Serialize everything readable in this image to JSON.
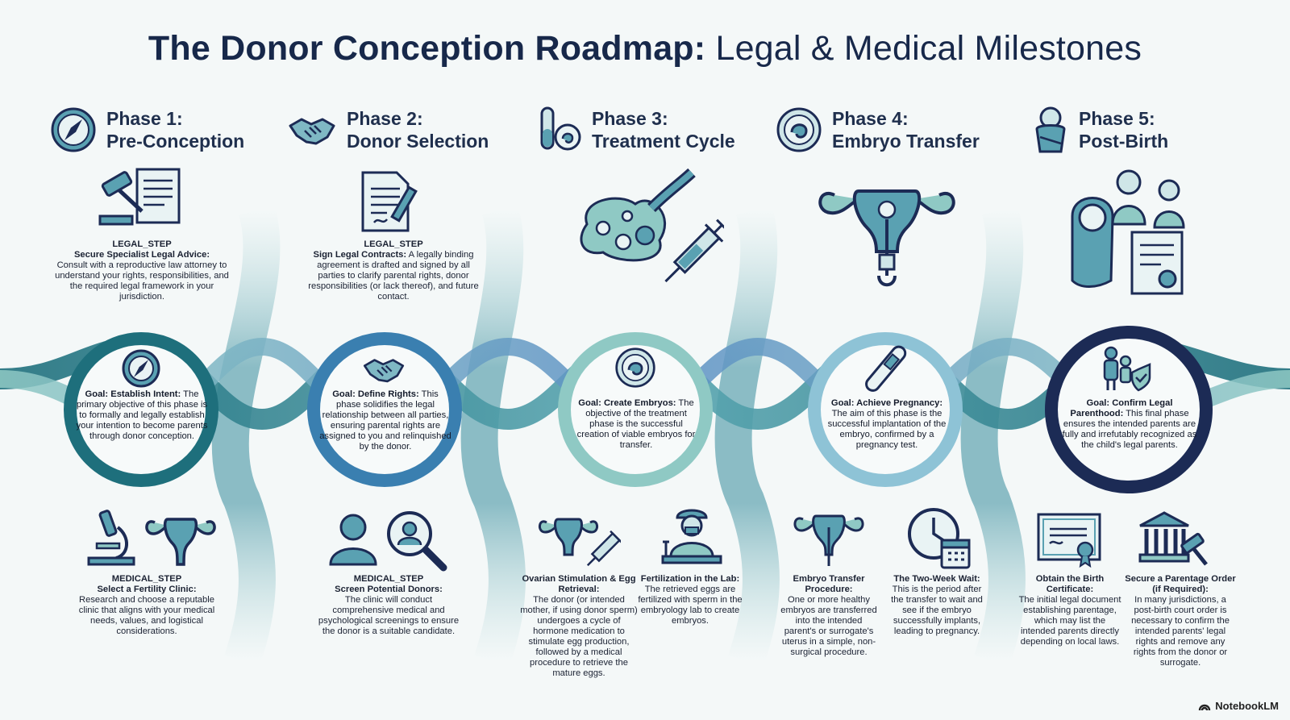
{
  "title": {
    "bold": "The Donor Conception Roadmap:",
    "light": "Legal & Medical Milestones"
  },
  "colors": {
    "navy": "#1c2b55",
    "teal_dark": "#1e6f7c",
    "teal": "#3f9aa6",
    "teal_light": "#8fc9c4",
    "blue": "#5b8fc4"
  },
  "phases": [
    {
      "line1": "Phase 1:",
      "line2": "Pre-Conception",
      "icon": "compass-icon"
    },
    {
      "line1": "Phase 2:",
      "line2": "Donor Selection",
      "icon": "handshake-icon"
    },
    {
      "line1": "Phase 3:",
      "line2": "Treatment Cycle",
      "icon": "test-tube-icon"
    },
    {
      "line1": "Phase 4:",
      "line2": "Embryo Transfer",
      "icon": "embryo-icon"
    },
    {
      "line1": "Phase 5:",
      "line2": "Post-Birth",
      "icon": "baby-icon"
    }
  ],
  "legal": [
    {
      "step": "LEGAL_STEP",
      "head": "Secure Specialist Legal Advice:",
      "body": "Consult with a reproductive law attorney to understand your rights, responsibilities, and the required legal framework in your jurisdiction.",
      "icon": "gavel-document-icon"
    },
    {
      "step": "LEGAL_STEP",
      "head": "Sign Legal Contracts:",
      "body": "A legally binding agreement is drafted and signed by all parties to clarify parental rights, donor responsibilities (or lack thereof), and future contact.",
      "icon": "contract-pen-icon"
    }
  ],
  "goals": [
    {
      "head": "Goal: Establish Intent:",
      "body": "The primary objective of this phase is to formally and legally establish your intention to become parents through donor conception."
    },
    {
      "head": "Goal: Define Rights:",
      "body": "This phase solidifies the legal relationship between all parties, ensuring parental rights are assigned to you and relinquished by the donor."
    },
    {
      "head": "Goal: Create Embryos:",
      "body": "The objective of the treatment phase is the successful creation of viable embryos for transfer."
    },
    {
      "head": "Goal: Achieve Pregnancy:",
      "body": "The aim of this phase is the successful implantation of the embryo, confirmed by a pregnancy test."
    },
    {
      "head": "Goal: Confirm Legal Parenthood:",
      "body": "This final phase ensures the intended parents are fully and irrefutably recognized as the child's legal parents."
    }
  ],
  "medical": [
    {
      "step": "MEDICAL_STEP",
      "head": "Select a Fertility Clinic:",
      "body": "Research and choose a reputable clinic that aligns with your medical needs, values, and logistical considerations."
    },
    {
      "step": "MEDICAL_STEP",
      "head": "Screen Potential Donors:",
      "body": "The clinic will conduct comprehensive medical and psychological screenings to ensure the donor is a suitable candidate."
    },
    {
      "step": "",
      "head": "Ovarian Stimulation & Egg Retrieval:",
      "body": "The donor (or intended mother, if using donor sperm) undergoes a cycle of hormone medication to stimulate egg production, followed by a medical procedure to retrieve the mature eggs."
    },
    {
      "step": "",
      "head": "Fertilization in the Lab:",
      "body": "The retrieved eggs are fertilized with sperm in the embryology lab to create embryos."
    },
    {
      "step": "",
      "head": "Embryo Transfer Procedure:",
      "body": "One or more healthy embryos are transferred into the intended parent's or surrogate's uterus in a simple, non-surgical procedure."
    },
    {
      "step": "",
      "head": "The Two-Week Wait:",
      "body": "This is the period after the transfer to wait and see if the embryo successfully implants, leading to pregnancy."
    },
    {
      "step": "",
      "head": "Obtain the Birth Certificate:",
      "body": "The initial legal document establishing parentage, which may list the intended parents directly depending on local laws."
    },
    {
      "step": "",
      "head": "Secure a Parentage Order (if Required):",
      "body": "In many jurisdictions, a post-birth court order is necessary to confirm the intended parents' legal rights and remove any rights from the donor or surrogate."
    }
  ],
  "brand": "NotebookLM"
}
